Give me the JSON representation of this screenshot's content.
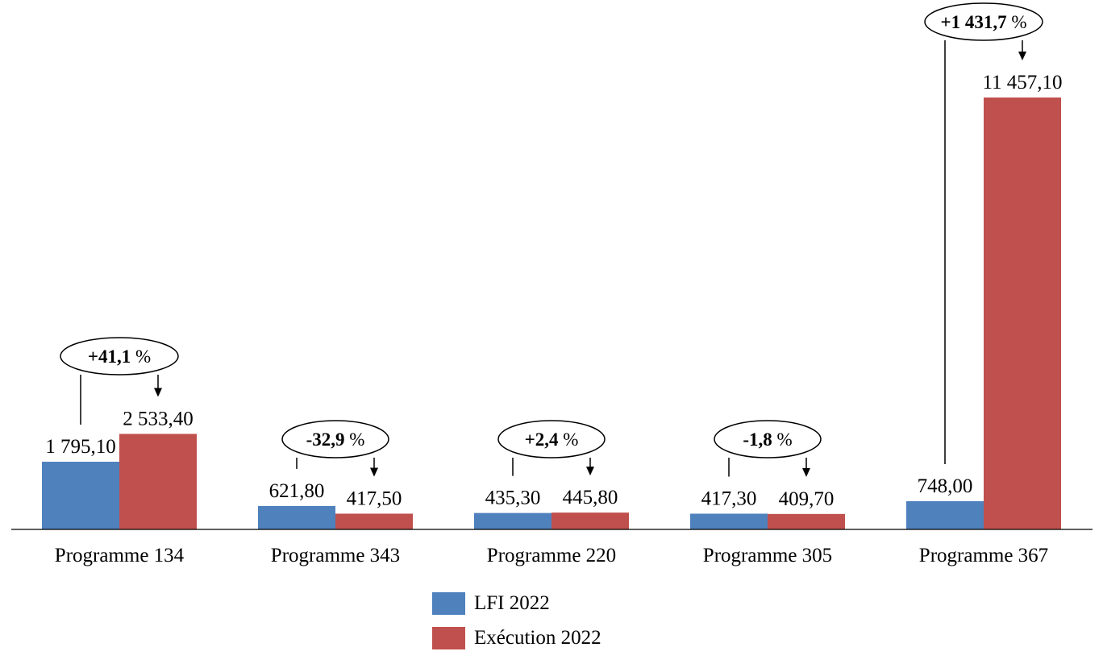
{
  "chart_data": {
    "type": "bar",
    "title": "",
    "xlabel": "",
    "ylabel": "",
    "ylim": [
      0,
      11457.1
    ],
    "grid": false,
    "categories": [
      "Programme 134",
      "Programme 343",
      "Programme 220",
      "Programme 305",
      "Programme 367"
    ],
    "series": [
      {
        "name": "LFI 2022",
        "color": "#4F81BD",
        "values": [
          1795.1,
          621.8,
          435.3,
          417.3,
          748.0
        ],
        "labels": [
          "1 795,10",
          "621,80",
          "435,30",
          "417,30",
          "748,00"
        ]
      },
      {
        "name": "Exécution 2022",
        "color": "#C0504D",
        "values": [
          2533.4,
          417.5,
          445.8,
          409.7,
          11457.1
        ],
        "labels": [
          "2 533,40",
          "417,50",
          "445,80",
          "409,70",
          "11 457,10"
        ]
      }
    ],
    "annotations": [
      {
        "category": "Programme 134",
        "value": "+41,1",
        "unit": "%"
      },
      {
        "category": "Programme 343",
        "value": "-32,9",
        "unit": "%"
      },
      {
        "category": "Programme 220",
        "value": "+2,4",
        "unit": "%"
      },
      {
        "category": "Programme 305",
        "value": "-1,8",
        "unit": "%"
      },
      {
        "category": "Programme 367",
        "value": "+1 431,7",
        "unit": "%"
      }
    ],
    "legend_position": "bottom"
  }
}
